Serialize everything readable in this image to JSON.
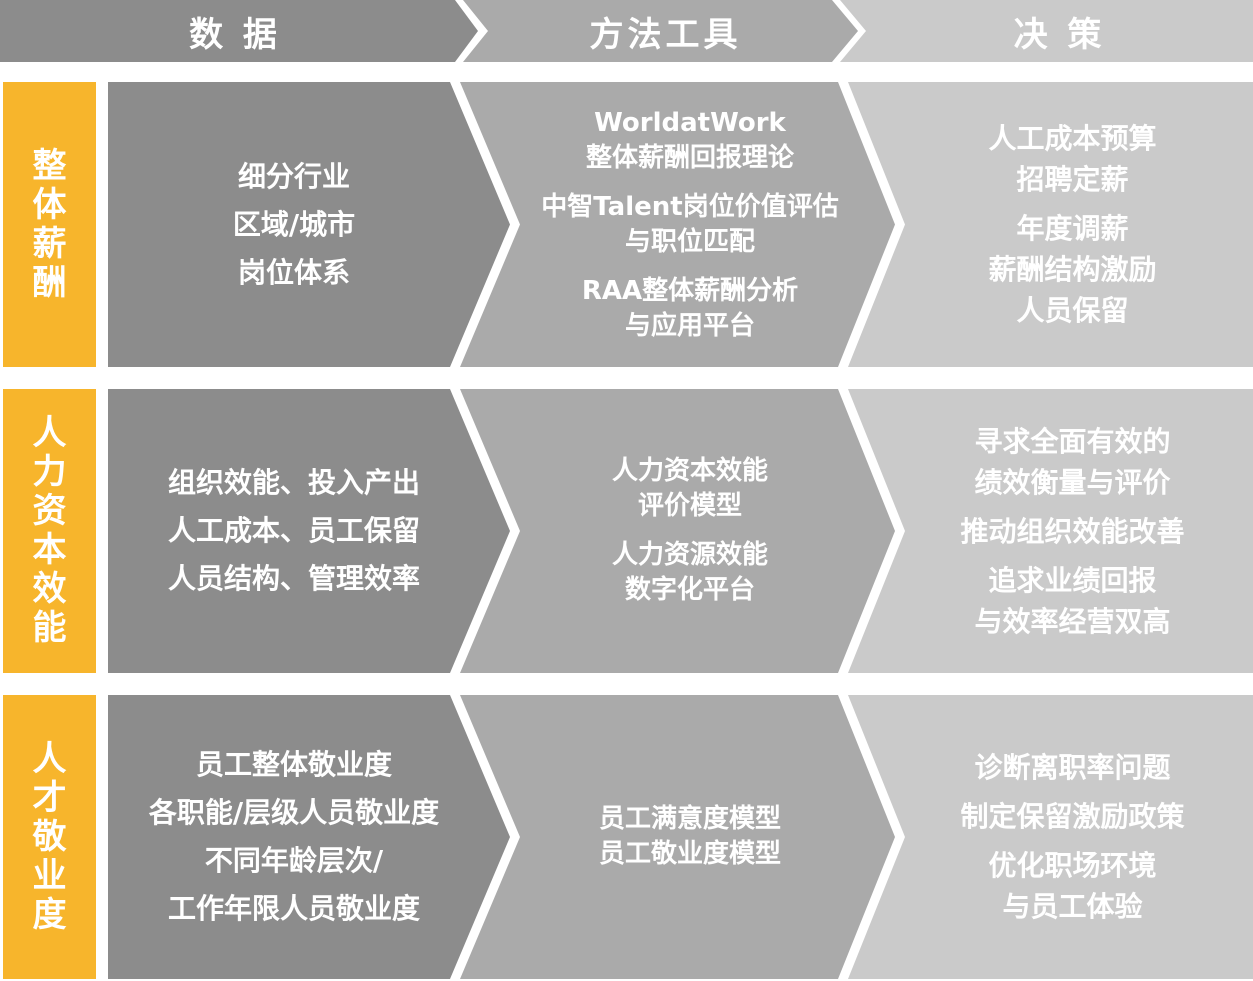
{
  "colors": {
    "accent": "#F7B52C",
    "data_band": "#8C8C8C",
    "tools_band": "#AAAAAA",
    "decision_band": "#CACACA",
    "text": "#FFFFFF"
  },
  "headers": [
    "数 据",
    "方法工具",
    "决 策"
  ],
  "rows": [
    {
      "side_chars": [
        "整",
        "体",
        "薪",
        "酬"
      ],
      "data_lines": [
        "细分行业",
        "区域/城市",
        "岗位体系"
      ],
      "tools_groups": [
        [
          "WorldatWork",
          "整体薪酬回报理论"
        ],
        [
          "中智Talent岗位价值评估",
          "与职位匹配"
        ],
        [
          "RAA整体薪酬分析",
          "与应用平台"
        ]
      ],
      "decision_groups": [
        [
          "人工成本预算",
          "招聘定薪"
        ],
        [
          "年度调薪",
          "薪酬结构激励",
          "人员保留"
        ]
      ]
    },
    {
      "side_chars": [
        "人",
        "力",
        "资",
        "本",
        "效",
        "能"
      ],
      "data_lines": [
        "组织效能、投入产出",
        "人工成本、员工保留",
        "人员结构、管理效率"
      ],
      "tools_groups": [
        [
          "人力资本效能",
          "评价模型"
        ],
        [
          "人力资源效能",
          "数字化平台"
        ]
      ],
      "decision_groups": [
        [
          "寻求全面有效的",
          "绩效衡量与评价"
        ],
        [
          "推动组织效能改善"
        ],
        [
          "追求业绩回报",
          "与效率经营双高"
        ]
      ]
    },
    {
      "side_chars": [
        "人",
        "才",
        "敬",
        "业",
        "度"
      ],
      "data_lines": [
        "员工整体敬业度",
        "各职能/层级人员敬业度",
        "不同年龄层次/",
        "工作年限人员敬业度"
      ],
      "tools_groups": [
        [
          "员工满意度模型",
          "员工敬业度模型"
        ]
      ],
      "decision_groups": [
        [
          "诊断离职率问题"
        ],
        [
          "制定保留激励政策"
        ],
        [
          "优化职场环境",
          "与员工体验"
        ]
      ]
    }
  ]
}
